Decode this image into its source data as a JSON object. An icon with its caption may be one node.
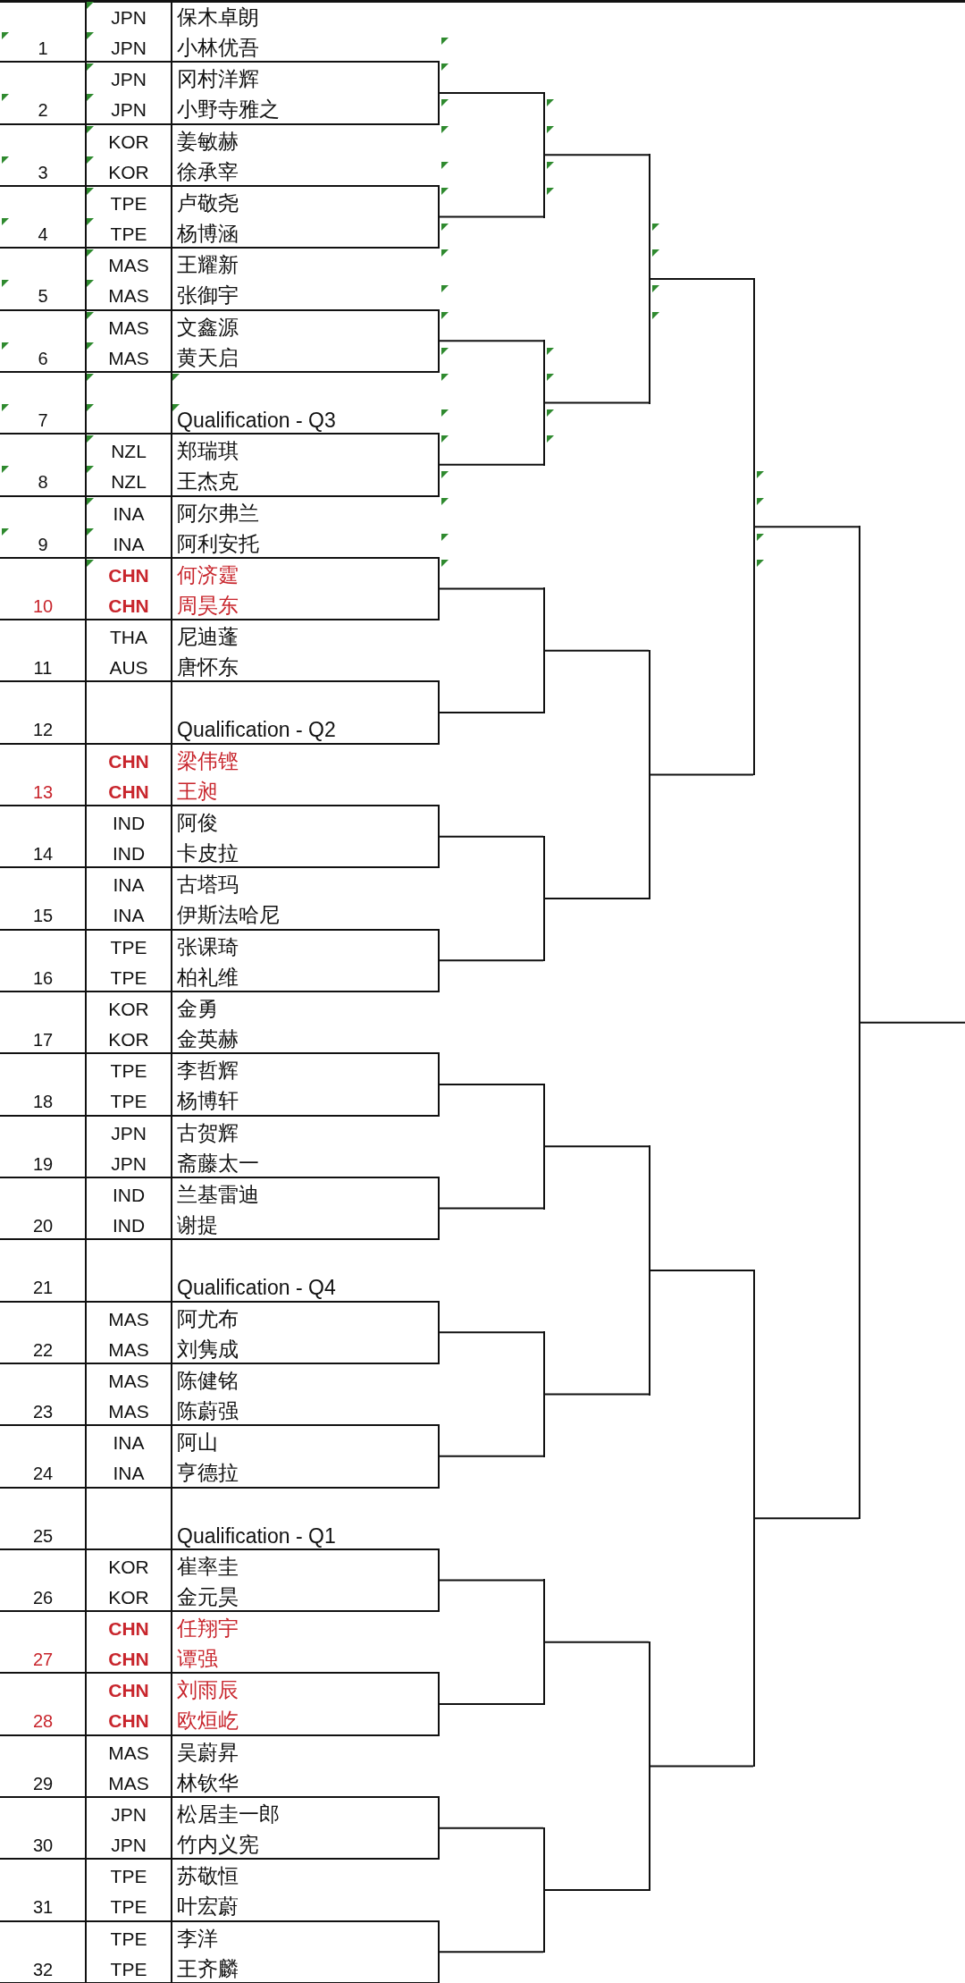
{
  "diagram": {
    "nodes": [
      {
        "text": [
          "1",
          "JPN",
          "保木卓朗",
          "JPN",
          "小林优吾"
        ]
      },
      {
        "text": [
          "2",
          "JPN",
          "冈村洋辉",
          "JPN",
          "小野寺雅之"
        ]
      },
      {
        "text": [
          "3",
          "KOR",
          "姜敏赫",
          "KOR",
          "徐承宰"
        ]
      },
      {
        "text": [
          "4",
          "TPE",
          "卢敬尧",
          "TPE",
          "杨博涵"
        ]
      },
      {
        "text": [
          "5",
          "MAS",
          "王耀新",
          "MAS",
          "张御宇"
        ]
      },
      {
        "text": [
          "6",
          "MAS",
          "文鑫源",
          "MAS",
          "黄天启"
        ]
      },
      {
        "text": [
          "7",
          "Qualification - Q3"
        ]
      },
      {
        "text": [
          "8",
          "NZL",
          "郑瑞琪",
          "NZL",
          "王杰克"
        ]
      },
      {
        "text": [
          "9",
          "INA",
          "阿尔弗兰",
          "INA",
          "阿利安托"
        ]
      },
      {
        "text": [
          "10",
          "CHN",
          "何济霆",
          "CHN",
          "周昊东"
        ]
      },
      {
        "text": [
          "11",
          "THA",
          "尼迪蓬",
          "AUS",
          "唐怀东"
        ]
      },
      {
        "text": [
          "12",
          "Qualification - Q2"
        ]
      },
      {
        "text": [
          "13",
          "CHN",
          "梁伟铿",
          "CHN",
          "王昶"
        ]
      },
      {
        "text": [
          "14",
          "IND",
          "阿俊",
          "IND",
          "卡皮拉"
        ]
      },
      {
        "text": [
          "15",
          "INA",
          "古塔玛",
          "INA",
          "伊斯法哈尼"
        ]
      },
      {
        "text": [
          "16",
          "TPE",
          "张课琦",
          "TPE",
          "柏礼维"
        ]
      },
      {
        "text": [
          "17",
          "KOR",
          "金勇",
          "KOR",
          "金英赫"
        ]
      },
      {
        "text": [
          "18",
          "TPE",
          "李哲辉",
          "TPE",
          "杨博轩"
        ]
      },
      {
        "text": [
          "19",
          "JPN",
          "古贺辉",
          "JPN",
          "斋藤太一"
        ]
      },
      {
        "text": [
          "20",
          "IND",
          "兰基雷迪",
          "IND",
          "谢提"
        ]
      },
      {
        "text": [
          "21",
          "Qualification - Q4"
        ]
      },
      {
        "text": [
          "22",
          "MAS",
          "阿尤布",
          "MAS",
          "刘隽成"
        ]
      },
      {
        "text": [
          "23",
          "MAS",
          "陈健铭",
          "MAS",
          "陈蔚强"
        ]
      },
      {
        "text": [
          "24",
          "INA",
          "阿山",
          "INA",
          "亨德拉"
        ]
      },
      {
        "text": [
          "25",
          "Qualification - Q1"
        ]
      },
      {
        "text": [
          "26",
          "KOR",
          "崔率圭",
          "KOR",
          "金元昊"
        ]
      },
      {
        "text": [
          "27",
          "CHN",
          "任翔宇",
          "CHN",
          "谭强"
        ]
      },
      {
        "text": [
          "28",
          "CHN",
          "刘雨辰",
          "CHN",
          "欧烜屹"
        ]
      },
      {
        "text": [
          "29",
          "MAS",
          "吴蔚昇",
          "MAS",
          "林钦华"
        ]
      },
      {
        "text": [
          "30",
          "JPN",
          "松居圭一郎",
          "JPN",
          "竹内义宪"
        ]
      },
      {
        "text": [
          "31",
          "TPE",
          "苏敬恒",
          "TPE",
          "叶宏蔚"
        ]
      },
      {
        "text": [
          "32",
          "TPE",
          "李洋",
          "TPE",
          "王齐麟"
        ]
      },
      {
        "text": [],
        "shape": "bar"
      },
      {
        "text": [],
        "shape": "bar"
      },
      {
        "text": [],
        "shape": "bar"
      },
      {
        "text": [],
        "shape": "bar"
      },
      {
        "text": [],
        "shape": "bar"
      },
      {
        "text": [],
        "shape": "bar"
      },
      {
        "text": [],
        "shape": "bar"
      },
      {
        "text": [],
        "shape": "bar"
      },
      {
        "text": [],
        "shape": "bar"
      },
      {
        "text": [],
        "shape": "bar"
      },
      {
        "text": [],
        "shape": "bar"
      },
      {
        "text": [],
        "shape": "bar"
      },
      {
        "text": [],
        "shape": "bar"
      },
      {
        "text": [],
        "shape": "bar"
      },
      {
        "text": [],
        "shape": "bar"
      }
    ],
    "edges": [
      {
        "from": 1,
        "to": 32,
        "arrow": "none"
      },
      {
        "from": 3,
        "to": 32,
        "arrow": "none"
      },
      {
        "from": 5,
        "to": 33,
        "arrow": "none"
      },
      {
        "from": 7,
        "to": 33,
        "arrow": "none"
      },
      {
        "from": 9,
        "to": 34,
        "arrow": "none"
      },
      {
        "from": 11,
        "to": 34,
        "arrow": "none"
      },
      {
        "from": 13,
        "to": 35,
        "arrow": "none"
      },
      {
        "from": 15,
        "to": 35,
        "arrow": "none"
      },
      {
        "from": 17,
        "to": 36,
        "arrow": "none"
      },
      {
        "from": 19,
        "to": 36,
        "arrow": "none"
      },
      {
        "from": 21,
        "to": 37,
        "arrow": "none"
      },
      {
        "from": 23,
        "to": 37,
        "arrow": "none"
      },
      {
        "from": 25,
        "to": 38,
        "arrow": "none"
      },
      {
        "from": 27,
        "to": 38,
        "arrow": "none"
      },
      {
        "from": 29,
        "to": 39,
        "arrow": "none"
      },
      {
        "from": 31,
        "to": 39,
        "arrow": "none"
      },
      {
        "from": 32,
        "to": 40,
        "arrow": "none"
      },
      {
        "from": 33,
        "to": 40,
        "arrow": "none"
      },
      {
        "from": 34,
        "to": 41,
        "arrow": "none"
      },
      {
        "from": 35,
        "to": 41,
        "arrow": "none"
      },
      {
        "from": 36,
        "to": 42,
        "arrow": "none"
      },
      {
        "from": 37,
        "to": 42,
        "arrow": "none"
      },
      {
        "from": 38,
        "to": 43,
        "arrow": "none"
      },
      {
        "from": 39,
        "to": 43,
        "arrow": "none"
      },
      {
        "from": 40,
        "to": 44,
        "arrow": "none"
      },
      {
        "from": 41,
        "to": 44,
        "arrow": "none"
      },
      {
        "from": 42,
        "to": 45,
        "arrow": "none"
      },
      {
        "from": 43,
        "to": 45,
        "arrow": "none"
      },
      {
        "from": 44,
        "to": 46,
        "arrow": "none"
      },
      {
        "from": 45,
        "to": 46,
        "arrow": "none"
      },
      {
        "from": 46,
        "to": null,
        "arrow": "none"
      }
    ]
  }
}
